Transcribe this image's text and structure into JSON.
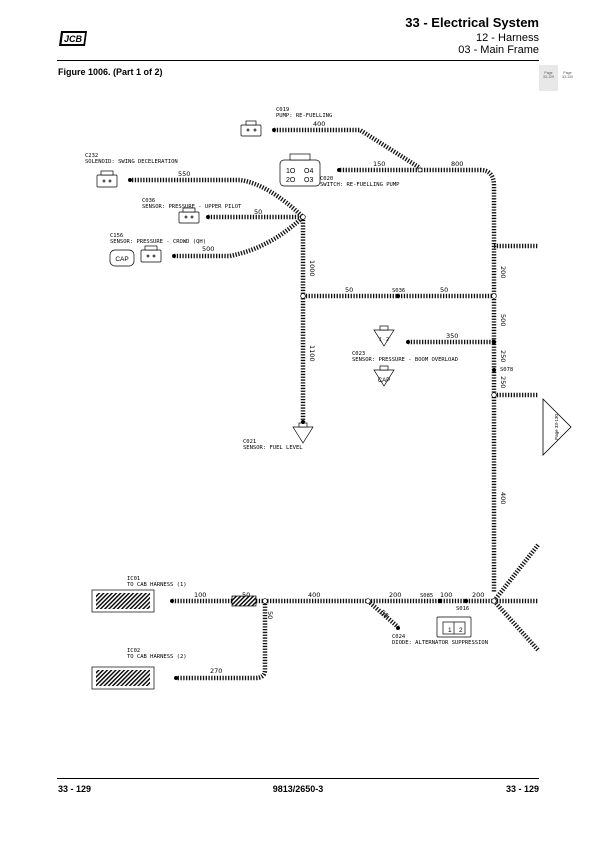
{
  "header": {
    "title": "33 - Electrical System",
    "subtitle1": "12 - Harness",
    "subtitle2": "03 - Main Frame",
    "figure_caption": "Figure 1006. (Part 1 of 2)",
    "logo_text": "JCB"
  },
  "page_tabs": [
    {
      "label": "Page",
      "value": "33-129"
    },
    {
      "label": "Page",
      "value": "33-130"
    }
  ],
  "page_ref": "Page 33-130",
  "components": {
    "c019": {
      "id": "C019",
      "desc": "PUMP: RE-FUELLING"
    },
    "c232": {
      "id": "C232",
      "desc": "SOLENOID: SWING DECELERATION"
    },
    "c020": {
      "id": "C020",
      "desc": "SWITCH: RE-FUELLING PUMP"
    },
    "c036": {
      "id": "C036",
      "desc": "SENSOR: PRESSURE - UPPER PILOT"
    },
    "c156": {
      "id": "C156",
      "desc": "SENSOR: PRESSURE - CROWD (QH)"
    },
    "c023": {
      "id": "C023",
      "desc": "SENSOR: PRESSURE - BOOM OVERLOAD"
    },
    "c021": {
      "id": "C021",
      "desc": "SENSOR: FUEL LEVEL"
    },
    "ic01": {
      "id": "IC01",
      "desc": "TO CAB HARNESS (1)"
    },
    "ic02": {
      "id": "IC02",
      "desc": "TO CAB HARNESS (2)"
    },
    "c024": {
      "id": "C024",
      "desc": "DIODE: ALTERNATOR SUPPRESSION"
    }
  },
  "connector_text": {
    "cap": "CAP",
    "c020_pins": [
      "1O",
      "2O",
      "O4",
      "O3"
    ],
    "c024_pins": [
      "1",
      "2"
    ]
  },
  "splices": [
    "S036",
    "S078",
    "S085",
    "S016"
  ],
  "lengths": {
    "c019": "400",
    "c020_a": "150",
    "top_right": "800",
    "c232": "550",
    "c036": "50",
    "c156": "500",
    "v_left": "1000",
    "v_left2": "1100",
    "mid_a": "50",
    "mid_b": "50",
    "right_200": "200",
    "right_500": "500",
    "right_250a": "250",
    "right_250b": "250",
    "c023": "350",
    "right_400": "400",
    "bot_100": "100",
    "bot_50": "50",
    "bot_400": "400",
    "bot_200a": "200",
    "bot_100b": "100",
    "bot_200b": "200",
    "diode_50": "50",
    "down_50": "50",
    "ic02_270": "270"
  },
  "footer": {
    "left": "33 - 129",
    "center": "9813/2650-3",
    "right": "33 - 129"
  }
}
